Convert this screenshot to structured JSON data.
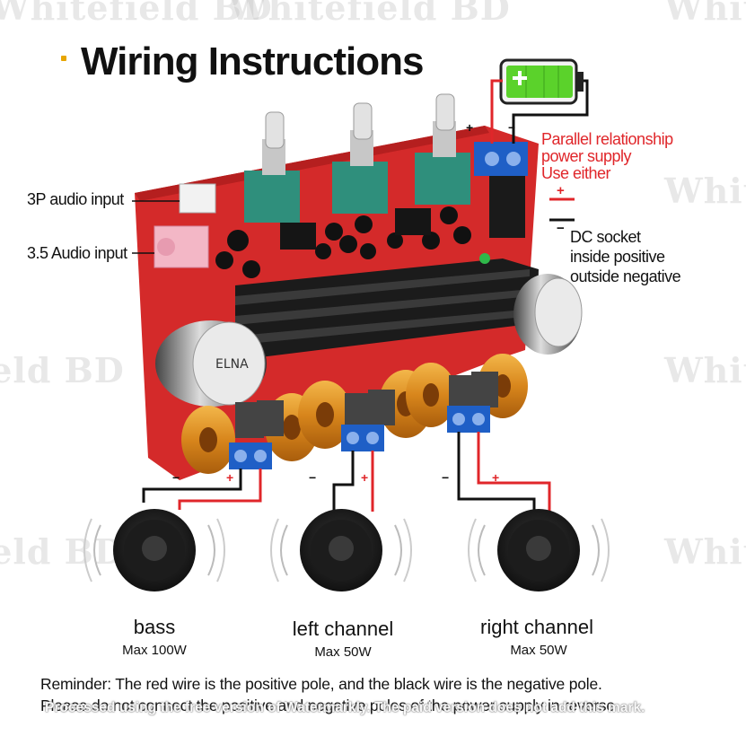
{
  "title": "Wiring Instructions",
  "watermark": "Whitefield BD",
  "labels": {
    "input_3p": "3P audio input",
    "input_35": "3.5 Audio input",
    "parallel_1": "Parallel relationship",
    "parallel_2": "power supply",
    "parallel_3": "Use either",
    "dc_1": "DC socket",
    "dc_2": "inside positive",
    "dc_3": "outside negative"
  },
  "polarity": {
    "plus": "+",
    "minus": "−"
  },
  "speakers": [
    {
      "name": "bass",
      "max": "Max 100W"
    },
    {
      "name": "left channel",
      "max": "Max 50W"
    },
    {
      "name": "right channel",
      "max": "Max 50W"
    }
  ],
  "reminder": {
    "line1": "Reminder: The red wire is the positive pole, and the black wire is the negative pole.",
    "line2": "Please do not connect the positive and negative poles of the power supply in reverse"
  },
  "footer_watermark": "Processed using the free version of Watermarkly. The paid version does not add this mark.",
  "colors": {
    "wire_red": "#e0262a",
    "wire_black": "#111111",
    "board": "#d42a2a",
    "terminal": "#1f5fc6",
    "heatsink": "#1b1b1b",
    "battery_fill": "#5bd22b"
  }
}
